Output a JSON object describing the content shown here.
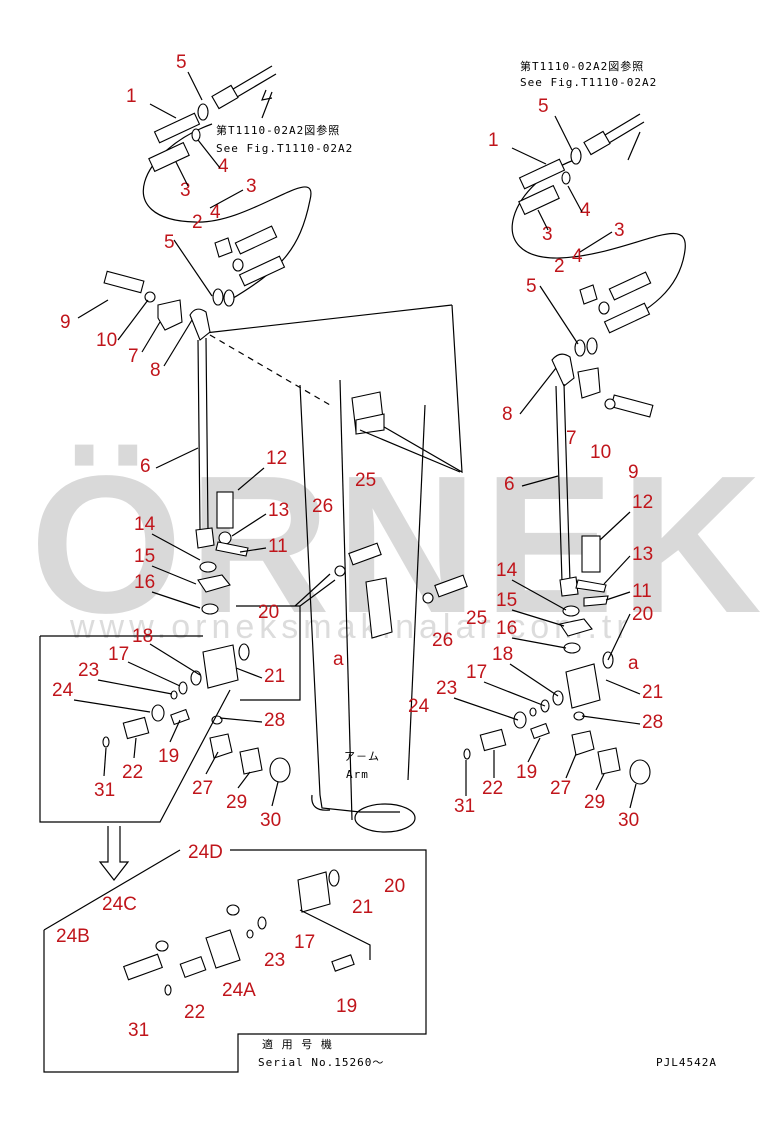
{
  "watermark": {
    "main": "ÖRNEK",
    "sub": "www.orneksmakinalar.com.tr"
  },
  "references": {
    "fig_top_right_jp": "第T1110-02A2図参照",
    "fig_top_right_en": "See Fig.T1110-02A2",
    "fig_top_left_jp": "第T1110-02A2図参照",
    "fig_top_left_en": "See Fig.T1110-02A2",
    "arm_jp": "ア－ム",
    "arm_en": "Arm",
    "serial_jp": "適 用 号 機",
    "serial_en": "Serial No.15260～",
    "drawing_code": "PJL4542A",
    "marker_a": "a"
  },
  "labels": {
    "l1": "5",
    "l2": "1",
    "l3": "3",
    "l4": "4",
    "l5": "3",
    "l6": "2",
    "l7": "4",
    "l8": "5",
    "l9": "9",
    "l10": "10",
    "l11": "7",
    "l12": "8",
    "l13": "6",
    "l14": "12",
    "l15": "13",
    "l16": "11",
    "l17": "14",
    "l18": "15",
    "l19": "16",
    "l20": "20",
    "l21": "18",
    "l22": "17",
    "l23": "23",
    "l24": "24",
    "l25": "21",
    "l26": "28",
    "l27": "19",
    "l28": "22",
    "l29": "31",
    "l30": "27",
    "l31": "29",
    "l32": "30",
    "l33": "26",
    "l34": "25",
    "l35": "24D",
    "l36": "24C",
    "l37": "24B",
    "l38": "20",
    "l39": "21",
    "l40": "17",
    "l41": "23",
    "l42": "24A",
    "l43": "22",
    "l44": "19",
    "l45": "31",
    "r1": "5",
    "r2": "1",
    "r3": "3",
    "r4": "4",
    "r5": "3",
    "r6": "2",
    "r7": "4",
    "r8": "5",
    "r9": "8",
    "r10": "7",
    "r11": "10",
    "r12": "9",
    "r13": "6",
    "r14": "12",
    "r15": "13",
    "r16": "14",
    "r17": "11",
    "r18": "15",
    "r19": "16",
    "r20": "20",
    "r21": "18",
    "r22": "17",
    "r23": "21",
    "r24": "23",
    "r25": "24",
    "r26": "28",
    "r27": "26",
    "r28": "25",
    "r29": "19",
    "r30": "22",
    "r31": "31",
    "r32": "27",
    "r33": "29",
    "r34": "30"
  }
}
